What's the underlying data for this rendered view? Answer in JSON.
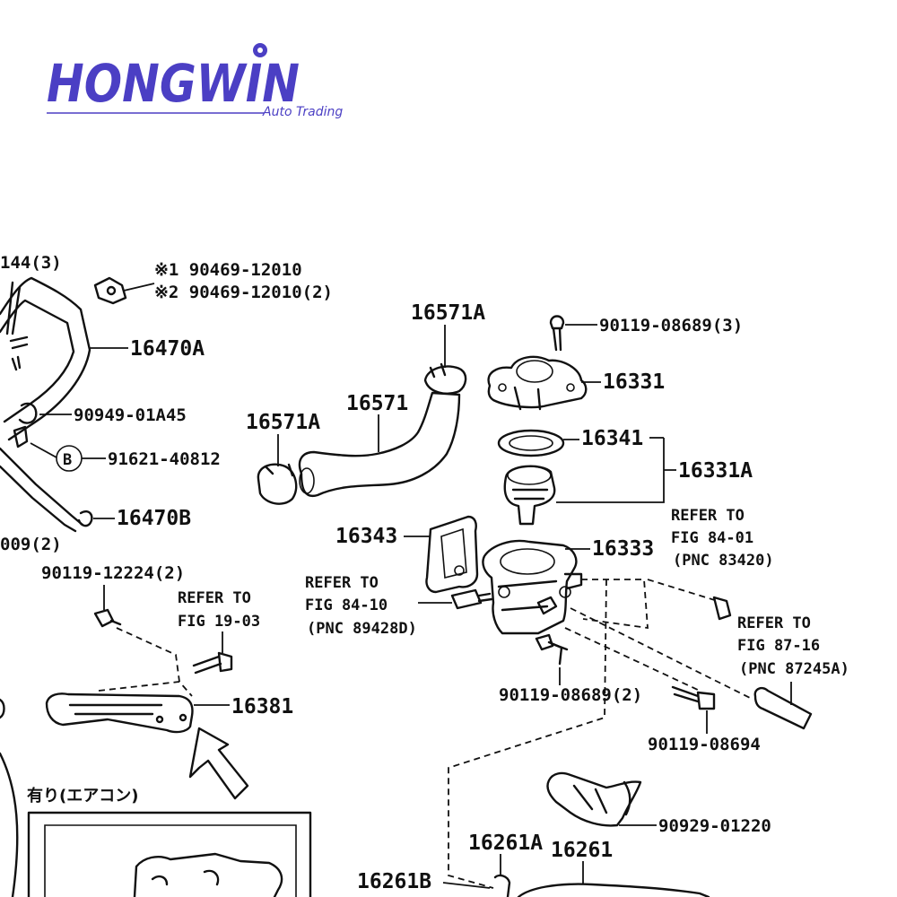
{
  "logo": {
    "brand": "HONGWIN",
    "sub": "Auto Trading",
    "color": "#4b3fc4"
  },
  "labels": {
    "l_144": "144(3)",
    "l_note1": "※1 90469-12010",
    "l_note2": "※2 90469-12010(2)",
    "l_16470A": "16470A",
    "l_90949": "90949-01A45",
    "l_B": "B",
    "l_91621": "91621-40812",
    "l_16470B": "16470B",
    "l_009": "009(2)",
    "l_90119_12224": "90119-12224(2)",
    "l_ref1903_a": "REFER TO",
    "l_ref1903_b": "FIG 19-03",
    "l_16381": "16381",
    "l_arikon": "有り(エアコン)",
    "l_16571A_top": "16571A",
    "l_16571": "16571",
    "l_16571A_left": "16571A",
    "l_90119_08689_3": "90119-08689(3)",
    "l_16331": "16331",
    "l_16341": "16341",
    "l_16331A": "16331A",
    "l_16343": "16343",
    "l_16333": "16333",
    "l_ref8401_a": "REFER TO",
    "l_ref8401_b": "FIG 84-01",
    "l_ref8401_c": "(PNC 83420)",
    "l_ref8410_a": "REFER TO",
    "l_ref8410_b": "FIG 84-10",
    "l_ref8410_c": "(PNC 89428D)",
    "l_ref8716_a": "REFER TO",
    "l_ref8716_b": "FIG 87-16",
    "l_ref8716_c": "(PNC 87245A)",
    "l_90119_08689_2": "90119-08689(2)",
    "l_90119_08694": "90119-08694",
    "l_90929": "90929-01220",
    "l_16261A": "16261A",
    "l_16261": "16261",
    "l_16261B": "16261B"
  }
}
